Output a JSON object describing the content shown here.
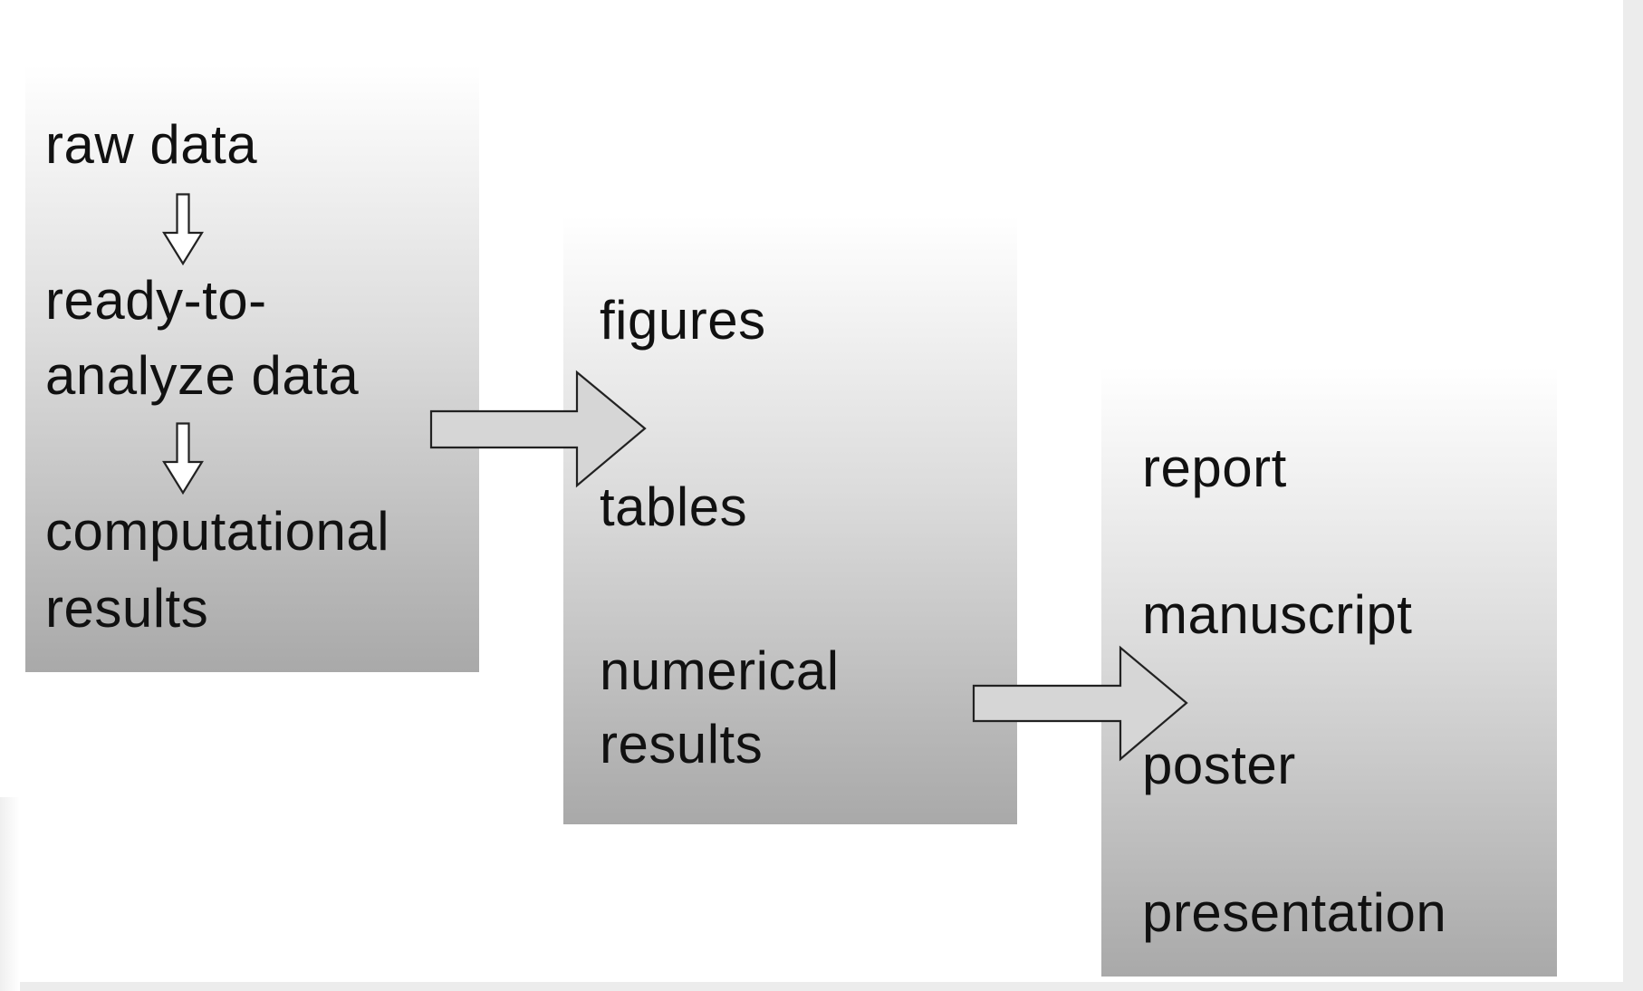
{
  "stage_1": {
    "steps": [
      "raw data",
      "ready-to-",
      "analyze data",
      "computational",
      "results"
    ]
  },
  "stage_2": {
    "outputs": [
      "figures",
      "tables",
      "numerical",
      "results"
    ]
  },
  "stage_3": {
    "products": [
      "report",
      "manuscript",
      "poster",
      "presentation"
    ]
  },
  "colors": {
    "box_gradient_top": "#ffffff",
    "box_gradient_bottom": "#a9a9a9",
    "arrow_fill": "#d6d6d6",
    "arrow_stroke": "#222222",
    "text": "#111111"
  },
  "icons": {
    "down_arrow": "outlined-down-arrow-icon",
    "block_arrow": "outlined-right-block-arrow"
  }
}
